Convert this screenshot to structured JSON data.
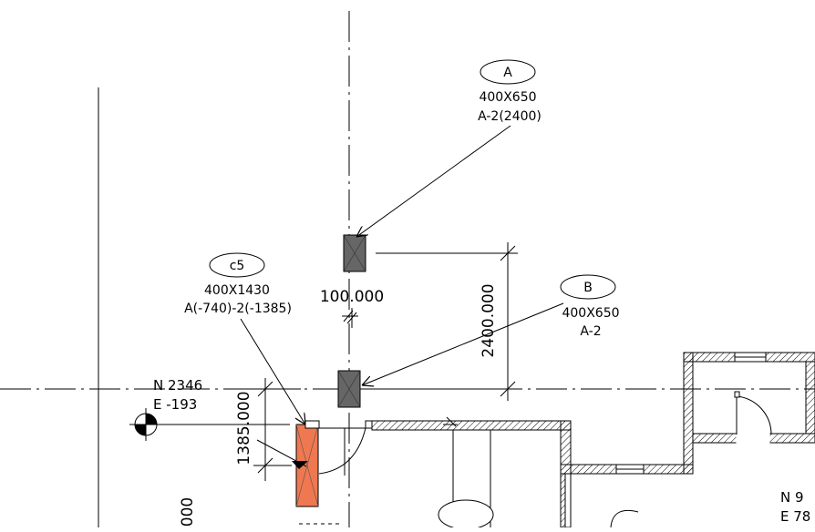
{
  "tags": {
    "A": {
      "letter": "A",
      "size": "400X650",
      "ref": "A-2(2400)"
    },
    "B": {
      "letter": "B",
      "size": "400X650",
      "ref": "A-2"
    },
    "c5": {
      "letter": "c5",
      "size": "400X1430",
      "ref": "A(-740)-2(-1385)"
    }
  },
  "dimensions": {
    "offset_100": "100.000",
    "vertical_2400": "2400.000",
    "vertical_1385": "1385.000",
    "bottom_partial": "000"
  },
  "spot_coords": {
    "left": {
      "north": "N 2346",
      "east": "E -193"
    },
    "right": {
      "north": "N 9",
      "east": "E 78"
    }
  },
  "colors": {
    "line": "#000000",
    "column_fill": "#666666",
    "highlight_column": "#f07850",
    "wall_hatch": "#000000"
  }
}
